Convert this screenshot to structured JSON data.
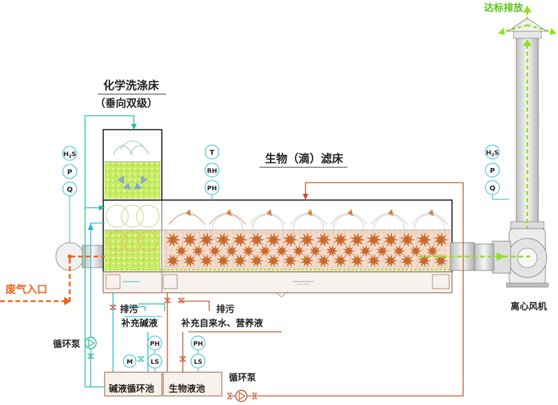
{
  "labels": {
    "discharge": "达标排放",
    "chem_bed_title": "化学洗涤床",
    "chem_bed_sub": "（垂向双级）",
    "bio_bed_title": "生物（滴）滤床",
    "inlet": "废气入口",
    "blower": "离心风机",
    "drain1": "排污",
    "drain2": "排污",
    "alkali_makeup": "补充碱液",
    "water_makeup": "补充自来水、营养液",
    "pump_left": "循环泵",
    "pump_bottom": "循环泵",
    "alkali_tank": "碱液循环池",
    "bio_tank": "生物液池"
  },
  "instruments": {
    "left": [
      "H2S",
      "P",
      "Q"
    ],
    "middle": [
      "T",
      "RH",
      "PH"
    ],
    "right": [
      "H2S",
      "P",
      "Q"
    ],
    "alkali": [
      "PH",
      "LS"
    ],
    "alkali_motor": "M",
    "bio": [
      "PH",
      "LS"
    ]
  },
  "colors": {
    "green_flow": "#8ee21f",
    "orange_flow": "#e8641e",
    "alkali_line": "#1fbf9a",
    "bio_line": "#c0502a",
    "media_green": "#b7e34a",
    "media_bio": "#f0d3c0",
    "media_orange": "#c86a2c",
    "tan": "#ae9078",
    "cyan_line": "#25b7d8"
  }
}
